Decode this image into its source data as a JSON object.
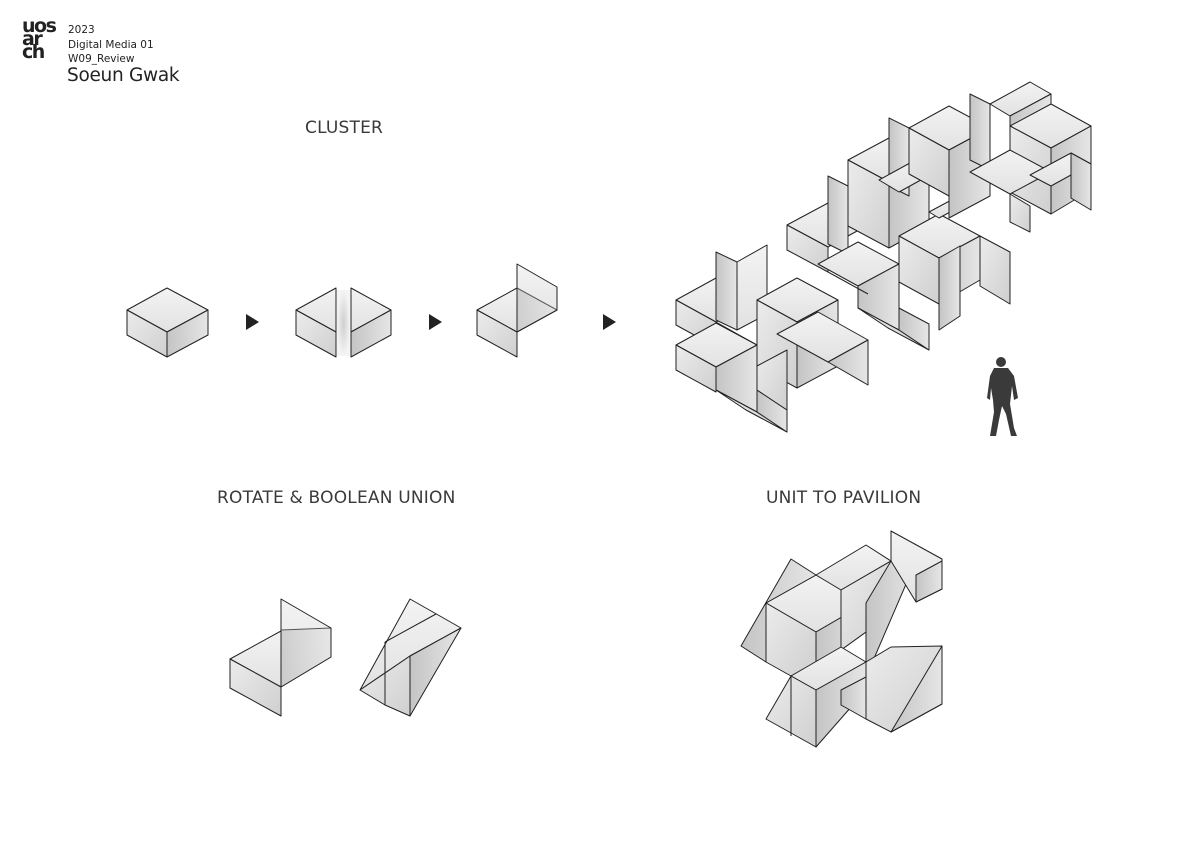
{
  "header": {
    "logo_lines": [
      "uos",
      "ar",
      "ch"
    ],
    "year": "2023",
    "course": "Digital Media 01",
    "week": "W09_Review",
    "author": "Soeun Gwak"
  },
  "sections": {
    "cluster": "CLUSTER",
    "rotate": "ROTATE & BOOLEAN UNION",
    "unit": "UNIT TO PAVILION"
  },
  "icons": {
    "step_arrow": "triangle-right-icon",
    "person": "person-silhouette-icon"
  },
  "colors": {
    "line": "#222222",
    "face_light": "#f1f1f1",
    "face_mid": "#dadada",
    "face_dark": "#b8b8b8",
    "text": "#333333"
  }
}
